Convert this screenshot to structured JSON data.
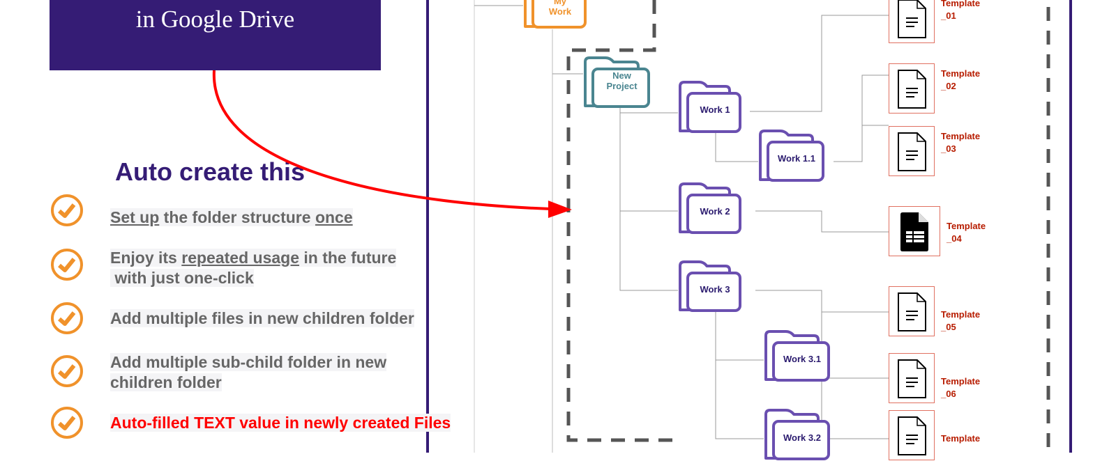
{
  "header": {
    "title": "in Google Drive"
  },
  "heading": "Auto create this",
  "features": [
    {
      "parts": [
        {
          "text": "Set up",
          "u": true
        },
        {
          "text": " the folder structure "
        },
        {
          "text": "once",
          "u": true
        }
      ]
    },
    {
      "parts": [
        {
          "text": "Enjoy its "
        },
        {
          "text": "repeated usage",
          "u": true
        },
        {
          "text": " in the future"
        }
      ],
      "line2": " with just one-click"
    },
    {
      "parts": [
        {
          "text": "Add multiple files in new children folder"
        }
      ]
    },
    {
      "parts": [
        {
          "text": "Add multiple sub-child folder  in new"
        }
      ],
      "line2": "children folder"
    },
    {
      "parts": [
        {
          "text": "Auto-filled TEXT value in newly created Files"
        }
      ],
      "red": true
    }
  ],
  "folders": {
    "my_work": {
      "label": "Work",
      "label_top": "My",
      "color": "#f0922b"
    },
    "new_project": {
      "label": "New Project",
      "color": "#4a8590"
    },
    "work1": {
      "label": "Work 1",
      "color": "#6a4fb0"
    },
    "work1_1": {
      "label": "Work 1.1",
      "color": "#6a4fb0"
    },
    "work2": {
      "label": "Work 2",
      "color": "#6a4fb0"
    },
    "work3": {
      "label": "Work 3",
      "color": "#6a4fb0"
    },
    "work3_1": {
      "label": "Work 3.1",
      "color": "#6a4fb0"
    },
    "work3_2": {
      "label": "Work 3.2",
      "color": "#6a4fb0"
    }
  },
  "files": [
    {
      "name": "Template",
      "suffix": "_01",
      "icon": "doc-icon"
    },
    {
      "name": "Template",
      "suffix": "_02",
      "icon": "doc-icon"
    },
    {
      "name": "Template",
      "suffix": "_03",
      "icon": "doc-icon"
    },
    {
      "name": "Template",
      "suffix": "_04",
      "icon": "sheet-icon"
    },
    {
      "name": "Template",
      "suffix": "_05",
      "icon": "doc-icon"
    },
    {
      "name": "Template",
      "suffix": "_06",
      "icon": "doc-icon"
    },
    {
      "name": "Template",
      "suffix": "",
      "icon": "doc-icon"
    }
  ],
  "colors": {
    "brand": "#351c75",
    "check": "#f0922b",
    "arrow": "#ff0000",
    "file_label": "#b71c00"
  }
}
